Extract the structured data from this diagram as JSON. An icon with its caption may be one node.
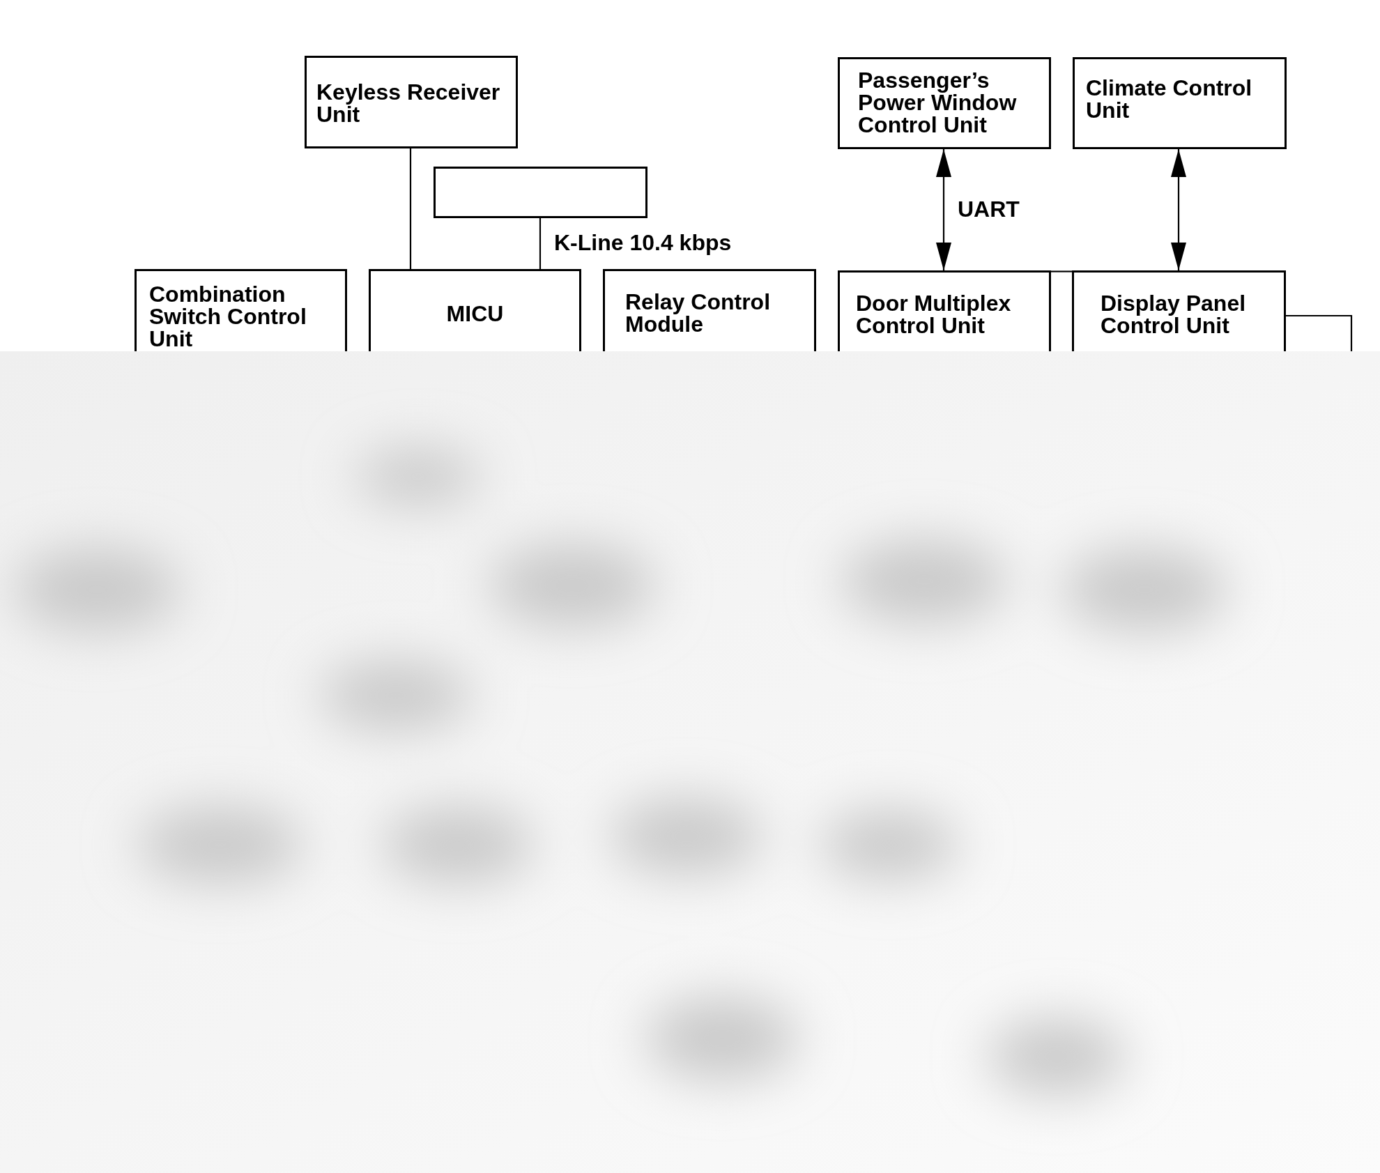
{
  "diagram": {
    "nodes": [
      {
        "text": [
          "Keyless Receiver Unit"
        ]
      },
      {
        "text": [
          "Passenger’s Power Window Control Unit"
        ]
      },
      {
        "text": [
          "Climate Control Unit"
        ]
      },
      {
        "text": [],
        "shape": "box"
      },
      {
        "text": [
          "Combination Switch Control Unit"
        ]
      },
      {
        "text": [
          "MICU"
        ]
      },
      {
        "text": [
          "Relay Control Module"
        ]
      },
      {
        "text": [
          "Door Multiplex Control Unit"
        ]
      },
      {
        "text": [
          "Display Panel Control Unit"
        ]
      }
    ],
    "edges": [
      {
        "from": 0,
        "to": 5,
        "arrow": "none"
      },
      {
        "from": 3,
        "to": 5,
        "arrow": "none",
        "label": "K-Line 10.4 kbps"
      },
      {
        "from": 1,
        "to": 7,
        "arrow": "both",
        "label": "UART"
      },
      {
        "from": 2,
        "to": 8,
        "arrow": "both"
      },
      {
        "from": 7,
        "to": 8,
        "arrow": "none"
      },
      {
        "from": 8,
        "to": null,
        "arrow": "none"
      }
    ]
  }
}
